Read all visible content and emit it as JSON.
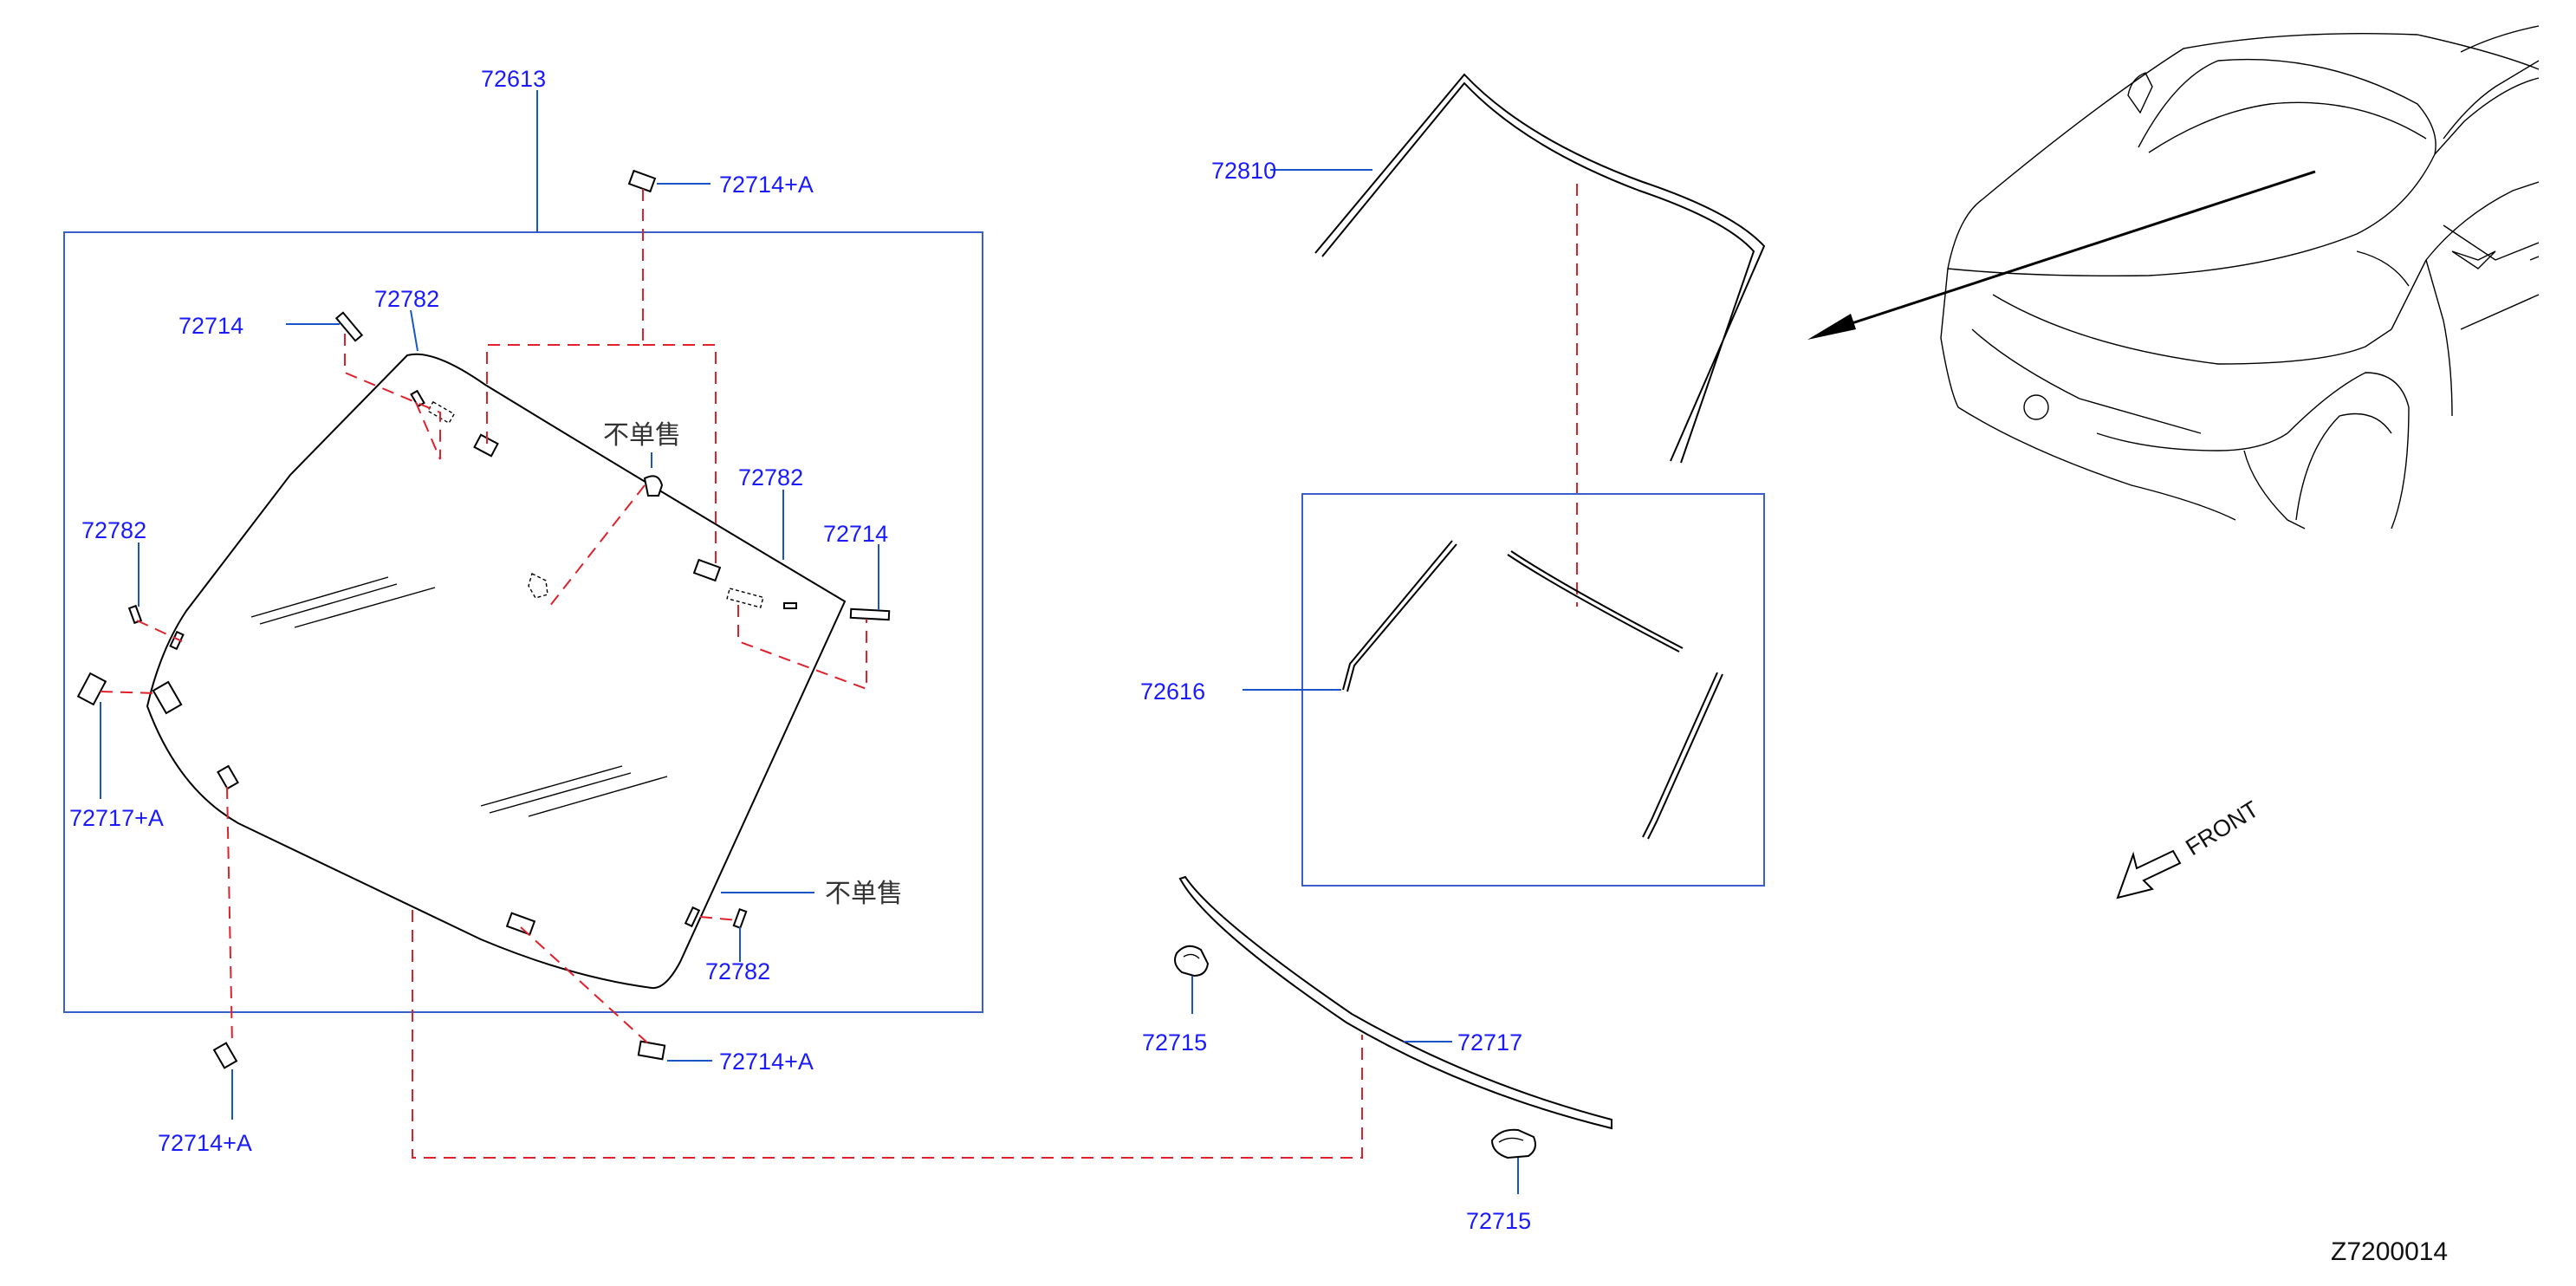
{
  "diagram": {
    "drawing_code": "Z7200014",
    "front_label": "FRONT",
    "not_sold_label": "不单售",
    "parts": {
      "windshield_glass": "72613",
      "clip_top": "72714+A",
      "clip_left": "72714",
      "clip_right": "72714",
      "clip_bottom": "72714+A",
      "clip_bottom_left": "72714+A",
      "spacer_top": "72782",
      "spacer_left": "72782",
      "spacer_right": "72782",
      "spacer_bottom": "72782",
      "fastener_left": "72717+A",
      "upper_molding": "72810",
      "molding_set": "72616",
      "lower_molding": "72717",
      "lower_clip_a": "72715",
      "lower_clip_b": "72715"
    }
  },
  "colors": {
    "label": "#1a1aff",
    "leader": "#1a55c8",
    "dashed_link": "#e0202a",
    "linework": "#000000"
  }
}
